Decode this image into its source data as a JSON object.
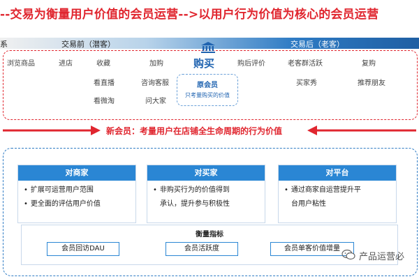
{
  "title": "--交易为衡量用户价值的会员运营-->以用户行为价值为核心的会员运营",
  "stage_bar": {
    "left_fragment": "系",
    "pre_label": "交易前（潜客）",
    "post_label": "交易后（老客）"
  },
  "behaviors": {
    "browse": "浏览商品",
    "enter_store": "进店",
    "favorite": "收藏",
    "add_cart": "加购",
    "watch_live": "看直播",
    "consult": "咨询客服",
    "watch_microtao": "看微淘",
    "ask_everyone": "问大家",
    "review": "购后评价",
    "community": "老客群活跃",
    "repurchase": "复购",
    "buyer_show": "买家秀",
    "recommend": "推荐朋友"
  },
  "purchase": {
    "label": "购买",
    "original_member_title": "原会员",
    "original_member_desc": "只考量购买的价值"
  },
  "new_member": "新会员：考量用户在店铺全生命周期的行为价值",
  "cards": [
    {
      "title": "对商家",
      "bullets": [
        "扩展可运营用户范围",
        "更全面的评估用户价值"
      ]
    },
    {
      "title": "对买家",
      "bullets": [
        "非购买行为的价值得到",
        "承认，提升参与积极性"
      ]
    },
    {
      "title": "对平台",
      "bullets": [
        "通过商家自运营提升平",
        "台用户粘性"
      ]
    }
  ],
  "metrics": {
    "title": "衡量指标",
    "items": [
      "会员回访DAU",
      "会员活跃度",
      "会员单客价值增量"
    ]
  },
  "watermark": "产品运营必",
  "colors": {
    "accent_red": "#e0262f",
    "accent_blue": "#2a86d4",
    "dark_blue": "#1f63b0"
  }
}
